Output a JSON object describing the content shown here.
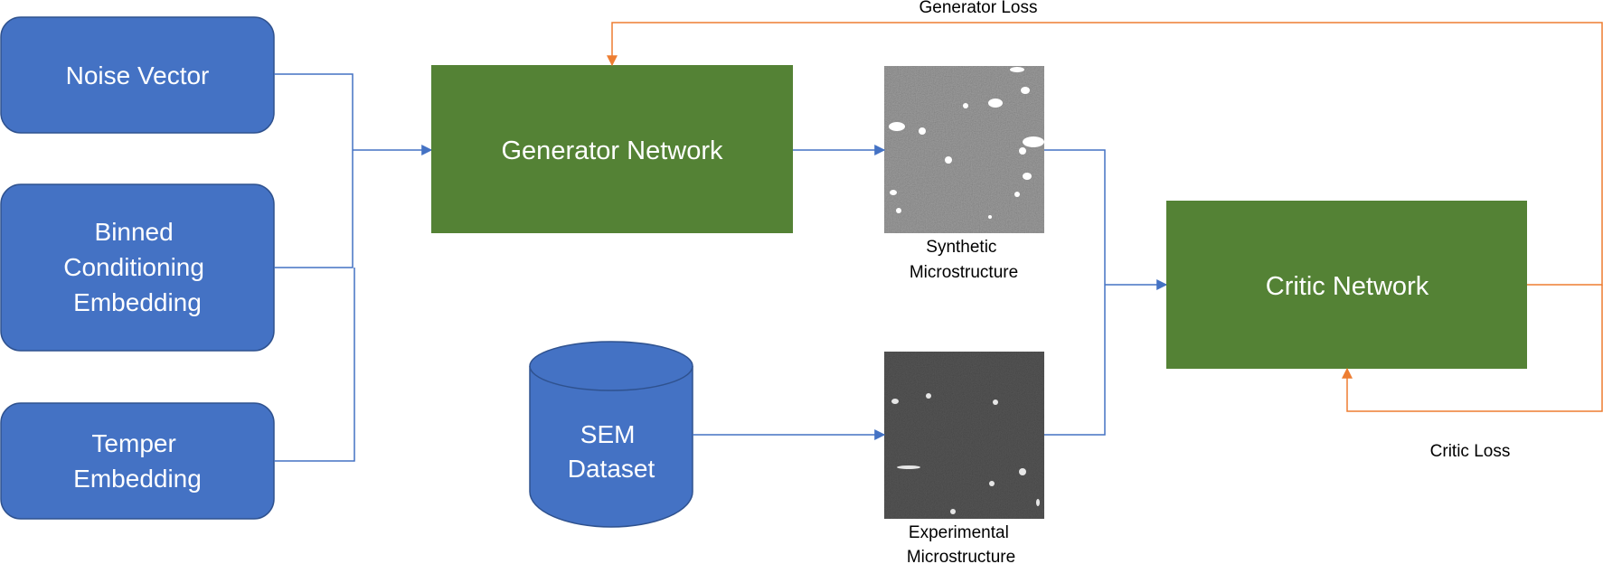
{
  "inputs": {
    "noise": [
      "Noise Vector"
    ],
    "binned": [
      "Binned",
      "Conditioning",
      "Embedding"
    ],
    "temper": [
      "Temper",
      "Embedding"
    ]
  },
  "networks": {
    "generator": "Generator Network",
    "critic": "Critic Network"
  },
  "dataset": [
    "SEM",
    "Dataset"
  ],
  "images": {
    "synthetic": [
      "Synthetic",
      "Microstructure"
    ],
    "experimental": [
      "Experimental",
      "Microstructure"
    ]
  },
  "losses": {
    "generator": "Generator Loss",
    "critic": "Critic Loss"
  },
  "colors": {
    "input_fill": "#4472C4",
    "input_border": "#2F528F",
    "network_fill": "#548235",
    "connector": "#4472C4",
    "loss_line": "#ED7D31",
    "synthetic_bg": "#7f7f7f",
    "experimental_bg": "#3a3a3a"
  }
}
